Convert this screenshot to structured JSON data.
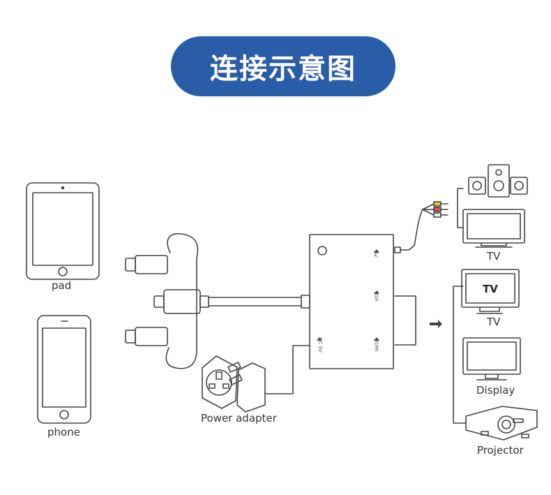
{
  "title": "连接示意图",
  "labels": {
    "pad": "pad",
    "phone": "phone",
    "power_adapter": "Power adapter",
    "tv_top": "TV",
    "tv_screen": "TV",
    "tv_bottom": "TV",
    "display": "Display",
    "projector": "Projector"
  },
  "ports": {
    "av": "AV",
    "vga": "VGA",
    "hdmi": "HDMI",
    "dc": "DC 5V"
  },
  "colors": {
    "title_bg": "#2a5da8",
    "title_text": "#ffffff",
    "line": "#444444",
    "rca_yellow": "#e8c53a",
    "rca_red": "#d9534f",
    "rca_white": "#eeeeee"
  }
}
